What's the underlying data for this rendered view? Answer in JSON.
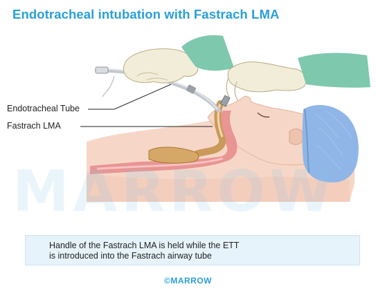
{
  "title": "Endotracheal intubation with Fastrach LMA",
  "labels": {
    "ett": "Endotracheal Tube",
    "lma": "Fastrach LMA"
  },
  "watermark": "MARROW",
  "caption": {
    "line1": "Handle of the Fastrach LMA is held while the ETT",
    "line2": "is introduced into the Fastrach airway tube"
  },
  "brand": "©MARROW",
  "colors": {
    "title": "#2a9fd8",
    "skin": "#f6d7c7",
    "cap": "#8fb6e6",
    "glove": "#f2edd8",
    "gown": "#7ec8ad",
    "airway": "#e58a8a",
    "lma": "#c99a5a",
    "caption_bg": "#e6f3fa"
  }
}
